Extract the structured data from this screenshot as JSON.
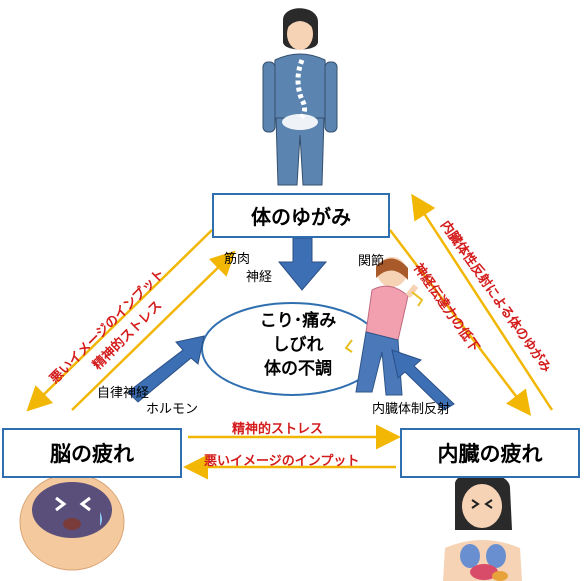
{
  "nodes": {
    "top": "体のゆがみ",
    "left": "脳の疲れ",
    "right": "内臓の疲れ"
  },
  "center": {
    "line1": "こり･痛み",
    "line2": "しびれ",
    "line3": "体の不調"
  },
  "labels": {
    "muscle": "筋肉",
    "nerve": "神経",
    "joint": "関節",
    "autonomic": "自律神経",
    "hormone": "ホルモン",
    "visceral_reflex": "内臓体制反射"
  },
  "arrows": {
    "left_outer": "悪いイメージのインプット",
    "left_inner": "精神的ストレス",
    "right_outer": "内臓体性反射による体のゆがみ",
    "right_inner": "神経伝達力の低下",
    "bottom_top": "精神的ストレス",
    "bottom_bottom": "悪いイメージのインプット"
  },
  "colors": {
    "arrow_yellow": "#f2b705",
    "text_red": "#d41c1c",
    "blue_arrow": "#3c6fb4",
    "box_border": "#2f6fb0"
  }
}
